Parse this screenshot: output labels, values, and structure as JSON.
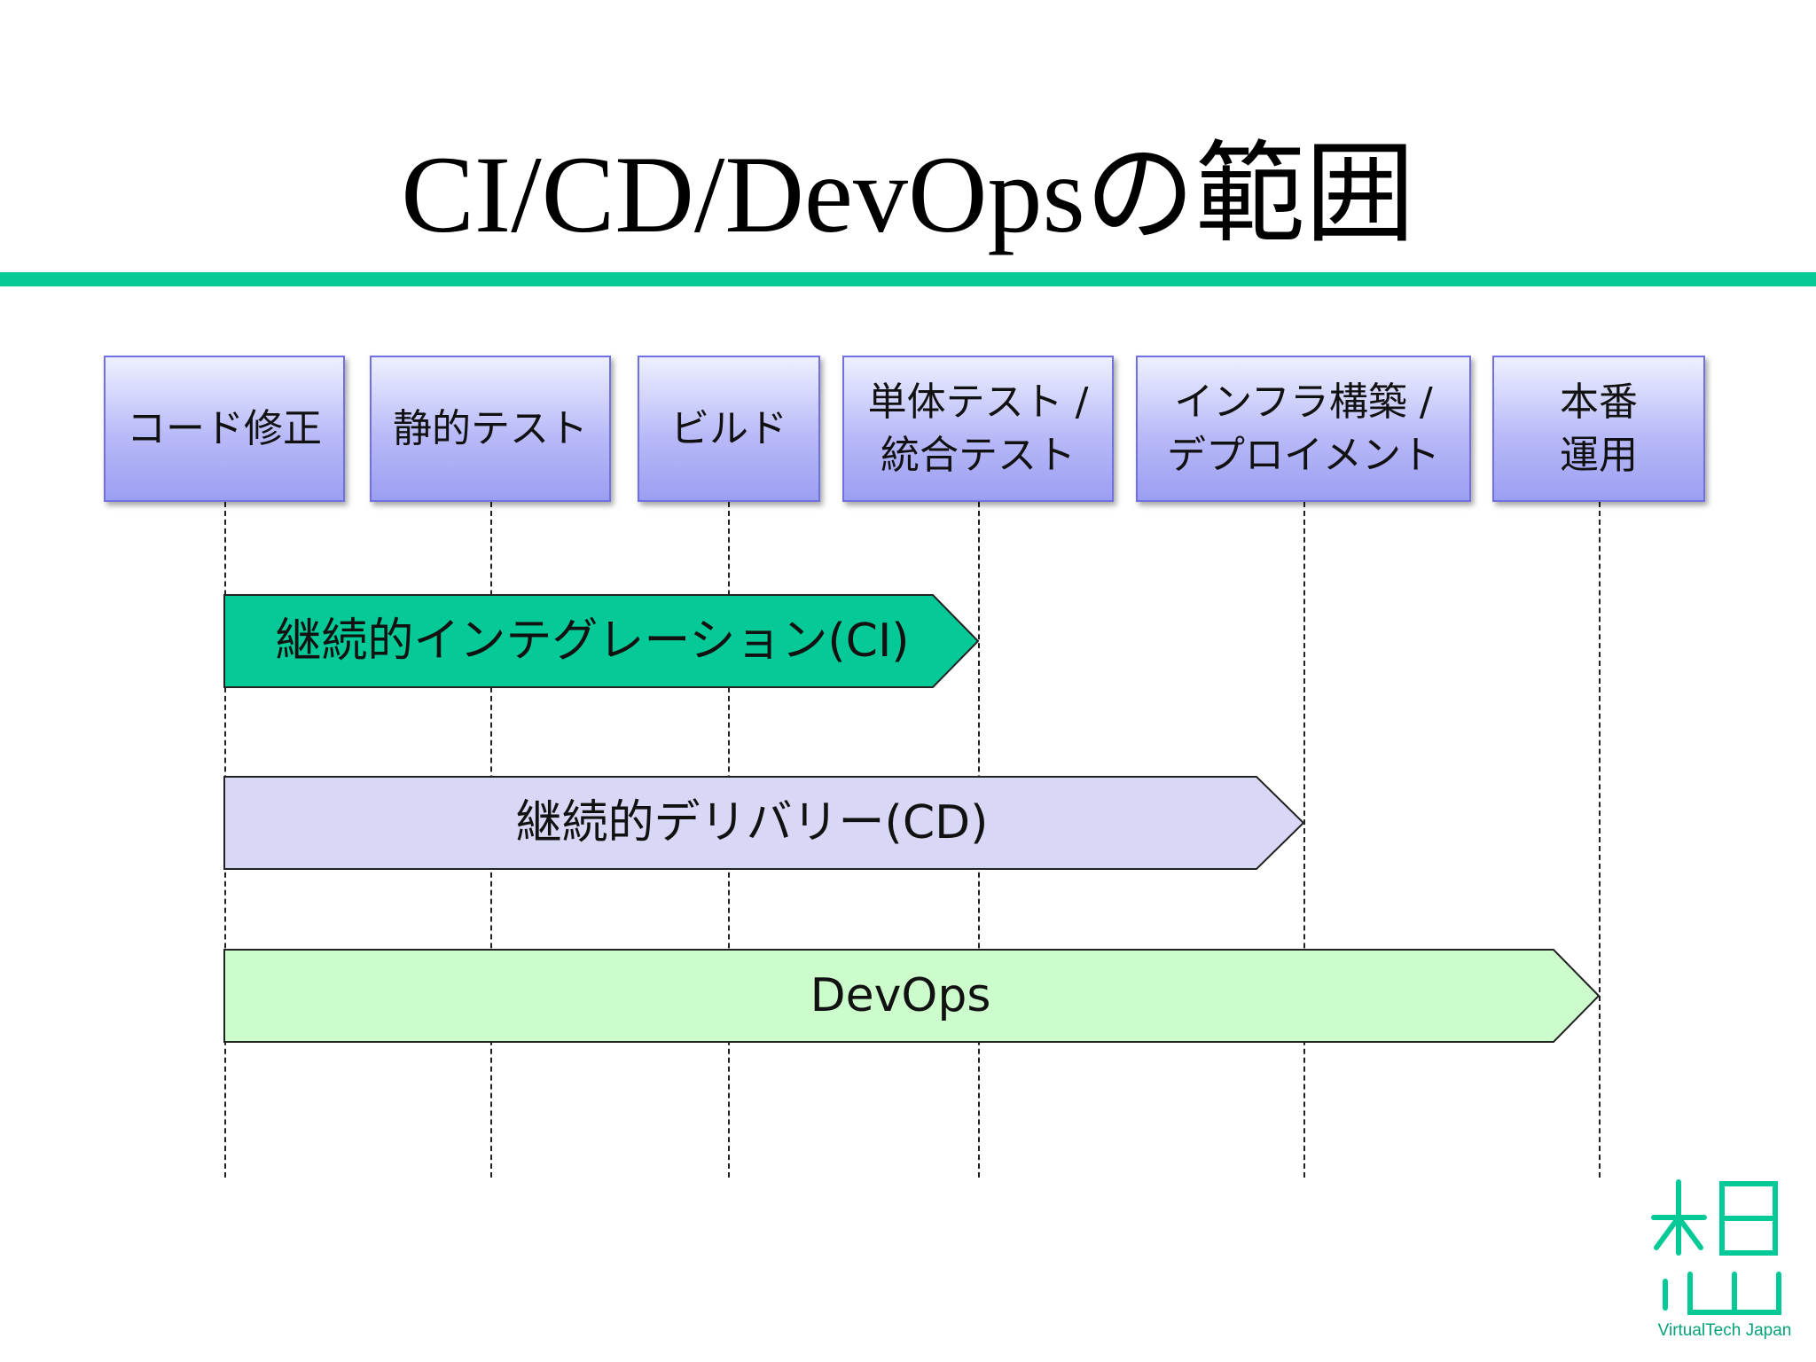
{
  "title": "CI/CD/DevOpsの範囲",
  "accent_color": "#05c996",
  "steps": [
    {
      "label": "コード修正"
    },
    {
      "label": "静的テスト"
    },
    {
      "label": "ビルド"
    },
    {
      "label": "単体テスト /\n統合テスト"
    },
    {
      "label": "インフラ構築 /\nデプロイメント"
    },
    {
      "label": "本番\n運用"
    }
  ],
  "arrows": [
    {
      "label": "継続的インテグレーション(CI)",
      "fill": "#05c996",
      "start_step": "コード修正",
      "end_step": "単体テスト / 統合テスト"
    },
    {
      "label": "継続的デリバリー(CD)",
      "fill": "#d8d8f6",
      "start_step": "コード修正",
      "end_step": "インフラ構築 / デプロイメント"
    },
    {
      "label": "DevOps",
      "fill": "#ccfccc",
      "start_step": "コード修正",
      "end_step": "本番 運用"
    }
  ],
  "logo": {
    "name": "virtualtech-logo",
    "text": "VirtualTech Japan"
  }
}
